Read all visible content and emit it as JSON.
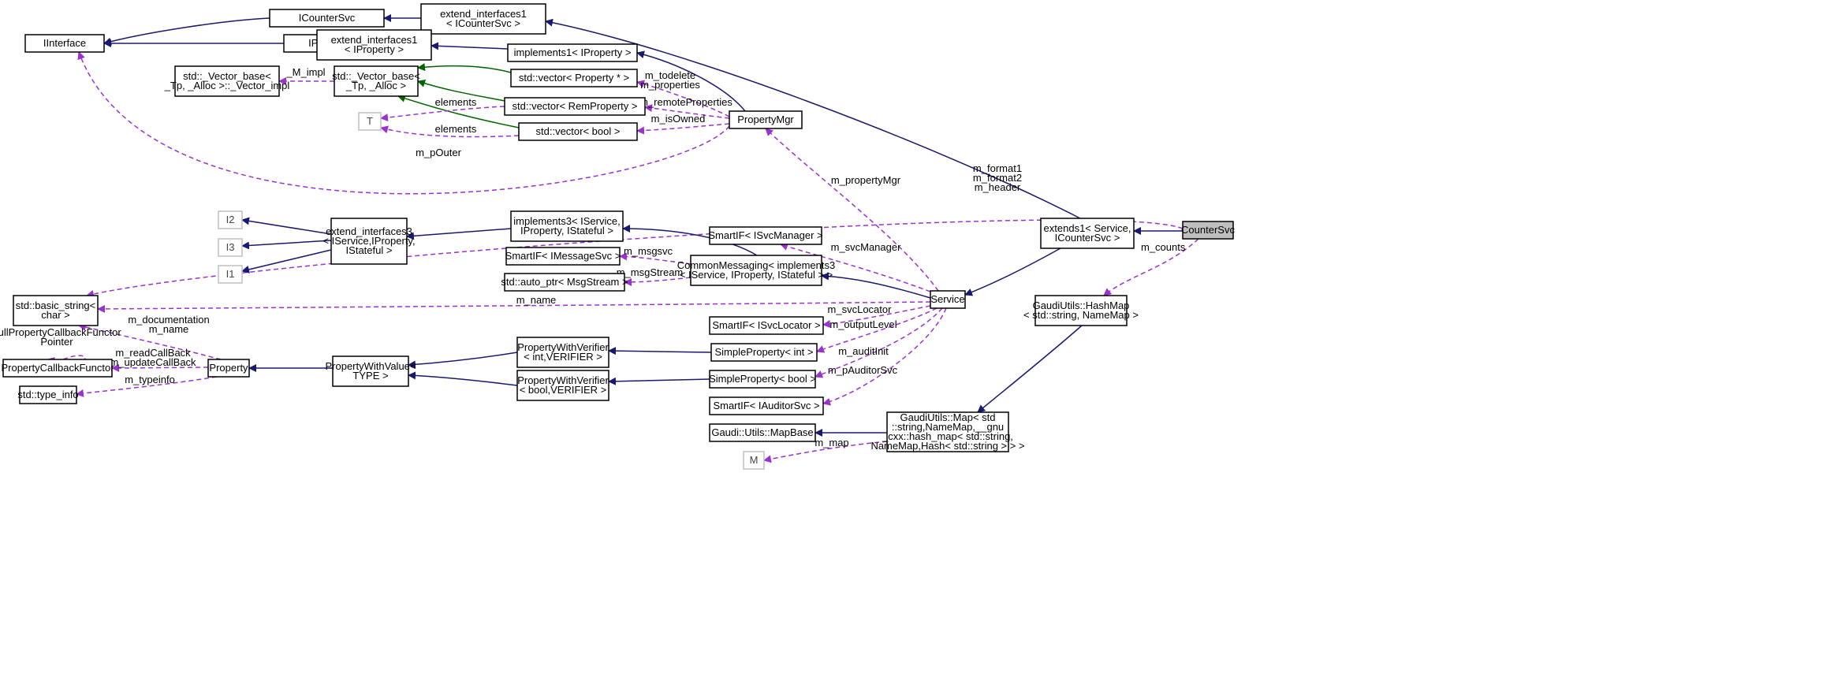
{
  "nodes": [
    {
      "id": "ICounterSvc",
      "lines": [
        "ICounterSvc"
      ]
    },
    {
      "id": "IInterface",
      "lines": [
        "IInterface"
      ]
    },
    {
      "id": "IProperty",
      "lines": [
        "IProperty"
      ]
    },
    {
      "id": "ext_ICounterSvc",
      "lines": [
        "extend_interfaces1",
        "< ICounterSvc >"
      ]
    },
    {
      "id": "ext_IProperty",
      "lines": [
        "extend_interfaces1",
        "< IProperty >"
      ]
    },
    {
      "id": "impl1_IProperty",
      "lines": [
        "implements1< IProperty >"
      ]
    },
    {
      "id": "vector_impl",
      "lines": [
        "std::_Vector_base<",
        "_Tp, _Alloc >::_Vector_impl"
      ]
    },
    {
      "id": "vector_base",
      "lines": [
        "std::_Vector_base<",
        "_Tp, _Alloc >"
      ]
    },
    {
      "id": "vec_prop",
      "lines": [
        "std::vector< Property * >"
      ]
    },
    {
      "id": "vec_remprop",
      "lines": [
        "std::vector< RemProperty >"
      ]
    },
    {
      "id": "vec_bool",
      "lines": [
        "std::vector< bool >"
      ]
    },
    {
      "id": "T",
      "lines": [
        "T"
      ]
    },
    {
      "id": "PropertyMgr",
      "lines": [
        "PropertyMgr"
      ]
    },
    {
      "id": "I2",
      "lines": [
        "I2"
      ]
    },
    {
      "id": "I3",
      "lines": [
        "I3"
      ]
    },
    {
      "id": "I1",
      "lines": [
        "I1"
      ]
    },
    {
      "id": "ext3",
      "lines": [
        "extend_interfaces3",
        "< IService,IProperty,",
        "IStateful >"
      ]
    },
    {
      "id": "impl3",
      "lines": [
        "implements3< IService,",
        "IProperty, IStateful >"
      ]
    },
    {
      "id": "SmartIF_ISvcManager",
      "lines": [
        "SmartIF< ISvcManager >"
      ]
    },
    {
      "id": "SmartIF_IMessageSvc",
      "lines": [
        "SmartIF< IMessageSvc >"
      ]
    },
    {
      "id": "CommonMessaging",
      "lines": [
        "CommonMessaging< implements3",
        "< IService, IProperty, IStateful > >"
      ]
    },
    {
      "id": "auto_ptr",
      "lines": [
        "std::auto_ptr< MsgStream >"
      ]
    },
    {
      "id": "extends1",
      "lines": [
        "extends1< Service,",
        "ICounterSvc >"
      ]
    },
    {
      "id": "CounterSvc",
      "lines": [
        "CounterSvc"
      ]
    },
    {
      "id": "basic_string",
      "lines": [
        "std::basic_string<",
        "char >"
      ]
    },
    {
      "id": "Service",
      "lines": [
        "Service"
      ]
    },
    {
      "id": "HashMap",
      "lines": [
        "GaudiUtils::HashMap",
        "< std::string, NameMap >"
      ]
    },
    {
      "id": "SmartIF_ISvcLocator",
      "lines": [
        "SmartIF< ISvcLocator >"
      ]
    },
    {
      "id": "PWV_int",
      "lines": [
        "PropertyWithVerifier",
        "< int,VERIFIER >"
      ]
    },
    {
      "id": "SimpleProperty_int",
      "lines": [
        "SimpleProperty< int >"
      ]
    },
    {
      "id": "PropertyCallbackFunctor",
      "lines": [
        "PropertyCallbackFunctor"
      ]
    },
    {
      "id": "Property",
      "lines": [
        "Property"
      ]
    },
    {
      "id": "PropertyWithValue",
      "lines": [
        "PropertyWithValue<",
        "TYPE >"
      ]
    },
    {
      "id": "PWV_bool",
      "lines": [
        "PropertyWithVerifier",
        "< bool,VERIFIER >"
      ]
    },
    {
      "id": "SimpleProperty_bool",
      "lines": [
        "SimpleProperty< bool >"
      ]
    },
    {
      "id": "type_info",
      "lines": [
        "std::type_info"
      ]
    },
    {
      "id": "SmartIF_IAuditorSvc",
      "lines": [
        "SmartIF< IAuditorSvc >"
      ]
    },
    {
      "id": "MapBase",
      "lines": [
        "Gaudi::Utils::MapBase"
      ]
    },
    {
      "id": "GaudiMap",
      "lines": [
        "GaudiUtils::Map< std",
        "::string,NameMap,__gnu",
        "_cxx::hash_map< std::string,",
        "NameMap,Hash< std::string > > >"
      ]
    },
    {
      "id": "M",
      "lines": [
        "M"
      ]
    }
  ],
  "edges": [
    {
      "from": "ICounterSvc",
      "to": "IInterface",
      "kind": "inheritance",
      "label": []
    },
    {
      "from": "IProperty",
      "to": "IInterface",
      "kind": "inheritance",
      "label": []
    },
    {
      "from": "ext_ICounterSvc",
      "to": "ICounterSvc",
      "kind": "inheritance",
      "label": []
    },
    {
      "from": "ext_IProperty",
      "to": "IProperty",
      "kind": "inheritance",
      "label": []
    },
    {
      "from": "impl1_IProperty",
      "to": "ext_IProperty",
      "kind": "inheritance",
      "label": []
    },
    {
      "from": "extends1",
      "to": "ext_ICounterSvc",
      "kind": "inheritance",
      "label": []
    },
    {
      "from": "PropertyMgr",
      "to": "impl1_IProperty",
      "kind": "inheritance",
      "label": []
    },
    {
      "from": "vector_base",
      "to": "vector_impl",
      "kind": "usage",
      "label": [
        "_M_impl"
      ]
    },
    {
      "from": "vec_prop",
      "to": "vector_base",
      "kind": "template",
      "label": []
    },
    {
      "from": "vec_remprop",
      "to": "vector_base",
      "kind": "template",
      "label": []
    },
    {
      "from": "vec_bool",
      "to": "vector_base",
      "kind": "template",
      "label": []
    },
    {
      "from": "vec_remprop",
      "to": "T",
      "kind": "usage",
      "label": [
        "elements"
      ]
    },
    {
      "from": "vec_bool",
      "to": "T",
      "kind": "usage",
      "label": [
        "elements"
      ]
    },
    {
      "from": "PropertyMgr",
      "to": "vec_prop",
      "kind": "usage",
      "label": [
        "m_todelete",
        "m_properties"
      ]
    },
    {
      "from": "PropertyMgr",
      "to": "vec_remprop",
      "kind": "usage",
      "label": [
        "m_remoteProperties"
      ]
    },
    {
      "from": "PropertyMgr",
      "to": "vec_bool",
      "kind": "usage",
      "label": [
        "m_isOwned"
      ]
    },
    {
      "from": "PropertyMgr",
      "to": "IInterface",
      "kind": "usage",
      "label": [
        "m_pOuter"
      ]
    },
    {
      "from": "CounterSvc",
      "to": "basic_string",
      "kind": "usage",
      "label": [
        "m_format1",
        "m_format2",
        "m_header"
      ]
    },
    {
      "from": "CounterSvc",
      "to": "extends1",
      "kind": "inheritance",
      "label": []
    },
    {
      "from": "CounterSvc",
      "to": "HashMap",
      "kind": "usage",
      "label": [
        "m_counts"
      ]
    },
    {
      "from": "ext3",
      "to": "I2",
      "kind": "inheritance",
      "label": []
    },
    {
      "from": "ext3",
      "to": "I3",
      "kind": "inheritance",
      "label": []
    },
    {
      "from": "ext3",
      "to": "I1",
      "kind": "inheritance",
      "label": []
    },
    {
      "from": "impl3",
      "to": "ext3",
      "kind": "inheritance",
      "label": []
    },
    {
      "from": "CommonMessaging",
      "to": "impl3",
      "kind": "inheritance",
      "label": []
    },
    {
      "from": "CommonMessaging",
      "to": "SmartIF_IMessageSvc",
      "kind": "usage",
      "label": [
        "m_msgsvc"
      ]
    },
    {
      "from": "CommonMessaging",
      "to": "auto_ptr",
      "kind": "usage",
      "label": [
        "m_msgStream"
      ]
    },
    {
      "from": "Service",
      "to": "CommonMessaging",
      "kind": "inheritance",
      "label": []
    },
    {
      "from": "extends1",
      "to": "Service",
      "kind": "inheritance",
      "label": []
    },
    {
      "from": "Service",
      "to": "PropertyMgr",
      "kind": "usage",
      "label": [
        "m_propertyMgr"
      ]
    },
    {
      "from": "Service",
      "to": "SmartIF_ISvcManager",
      "kind": "usage",
      "label": [
        "m_svcManager"
      ]
    },
    {
      "from": "Service",
      "to": "basic_string",
      "kind": "usage",
      "label": [
        "m_name"
      ]
    },
    {
      "from": "Service",
      "to": "SmartIF_ISvcLocator",
      "kind": "usage",
      "label": [
        "m_svcLocator"
      ]
    },
    {
      "from": "Service",
      "to": "SimpleProperty_int",
      "kind": "usage",
      "label": [
        "m_outputLevel"
      ]
    },
    {
      "from": "Service",
      "to": "SimpleProperty_bool",
      "kind": "usage",
      "label": [
        "m_auditInit"
      ]
    },
    {
      "from": "Service",
      "to": "SmartIF_IAuditorSvc",
      "kind": "usage",
      "label": [
        "m_pAuditorSvc"
      ]
    },
    {
      "from": "Property",
      "to": "basic_string",
      "kind": "usage",
      "label": [
        "m_documentation",
        "m_name"
      ]
    },
    {
      "from": "PropertyCallbackFunctor",
      "to": "PropertyCallbackFunctor",
      "kind": "usage",
      "label": [
        "nullPropertyCallbackFunctor",
        "Pointer"
      ]
    },
    {
      "from": "Property",
      "to": "PropertyCallbackFunctor",
      "kind": "usage",
      "label": [
        "m_readCallBack",
        "m_updateCallBack"
      ]
    },
    {
      "from": "Property",
      "to": "type_info",
      "kind": "usage",
      "label": [
        "m_typeinfo"
      ]
    },
    {
      "from": "PropertyWithValue",
      "to": "Property",
      "kind": "inheritance",
      "label": []
    },
    {
      "from": "PWV_int",
      "to": "PropertyWithValue",
      "kind": "inheritance",
      "label": []
    },
    {
      "from": "PWV_bool",
      "to": "PropertyWithValue",
      "kind": "inheritance",
      "label": []
    },
    {
      "from": "SimpleProperty_int",
      "to": "PWV_int",
      "kind": "inheritance",
      "label": []
    },
    {
      "from": "SimpleProperty_bool",
      "to": "PWV_bool",
      "kind": "inheritance",
      "label": []
    },
    {
      "from": "HashMap",
      "to": "GaudiMap",
      "kind": "inheritance",
      "label": []
    },
    {
      "from": "GaudiMap",
      "to": "MapBase",
      "kind": "inheritance",
      "label": []
    },
    {
      "from": "GaudiMap",
      "to": "M",
      "kind": "usage",
      "label": [
        "m_map"
      ]
    }
  ]
}
